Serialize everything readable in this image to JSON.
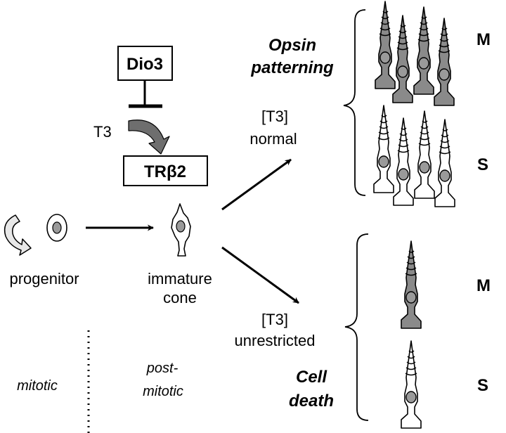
{
  "regulator": "Dio3",
  "hormone": "T3",
  "receptor": "TRβ2",
  "cells": {
    "progenitor": "progenitor",
    "immature_cone_line1": "immature",
    "immature_cone_line2": "cone"
  },
  "paths": {
    "normal_line1": "[T3]",
    "normal_line2": "normal",
    "unrestricted_line1": "[T3]",
    "unrestricted_line2": "unrestricted"
  },
  "outcomes": {
    "opsin_line1": "Opsin",
    "opsin_line2": "patterning",
    "death_line1": "Cell",
    "death_line2": "death"
  },
  "cone_labels": {
    "top_m": "M",
    "top_s": "S",
    "bottom_m": "M",
    "bottom_s": "S"
  },
  "phases": {
    "mitotic": "mitotic",
    "post_mitotic_line1": "post-",
    "post_mitotic_line2": "mitotic"
  },
  "colors": {
    "m_cone_fill": "#8a8a8a",
    "s_cone_fill": "#ffffff",
    "nucleus": "#9a9a9a",
    "t3_arrow": "#6e6e6e"
  }
}
